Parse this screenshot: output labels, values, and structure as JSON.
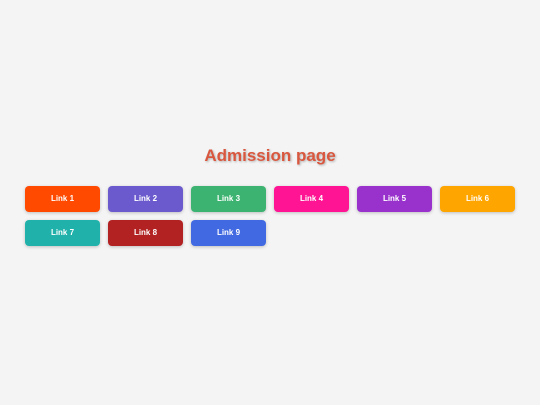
{
  "page": {
    "title": "Admission page",
    "title_color": "#d9573e",
    "background": "#f4f4f4"
  },
  "links": [
    {
      "label": "Link 1",
      "color": "#ff4a00"
    },
    {
      "label": "Link 2",
      "color": "#6a5acd"
    },
    {
      "label": "Link 3",
      "color": "#3cb371"
    },
    {
      "label": "Link 4",
      "color": "#ff1493"
    },
    {
      "label": "Link 5",
      "color": "#9932cc"
    },
    {
      "label": "Link 6",
      "color": "#ffa500"
    },
    {
      "label": "Link 7",
      "color": "#20b2aa"
    },
    {
      "label": "Link 8",
      "color": "#b22222"
    },
    {
      "label": "Link 9",
      "color": "#4169e1"
    }
  ]
}
